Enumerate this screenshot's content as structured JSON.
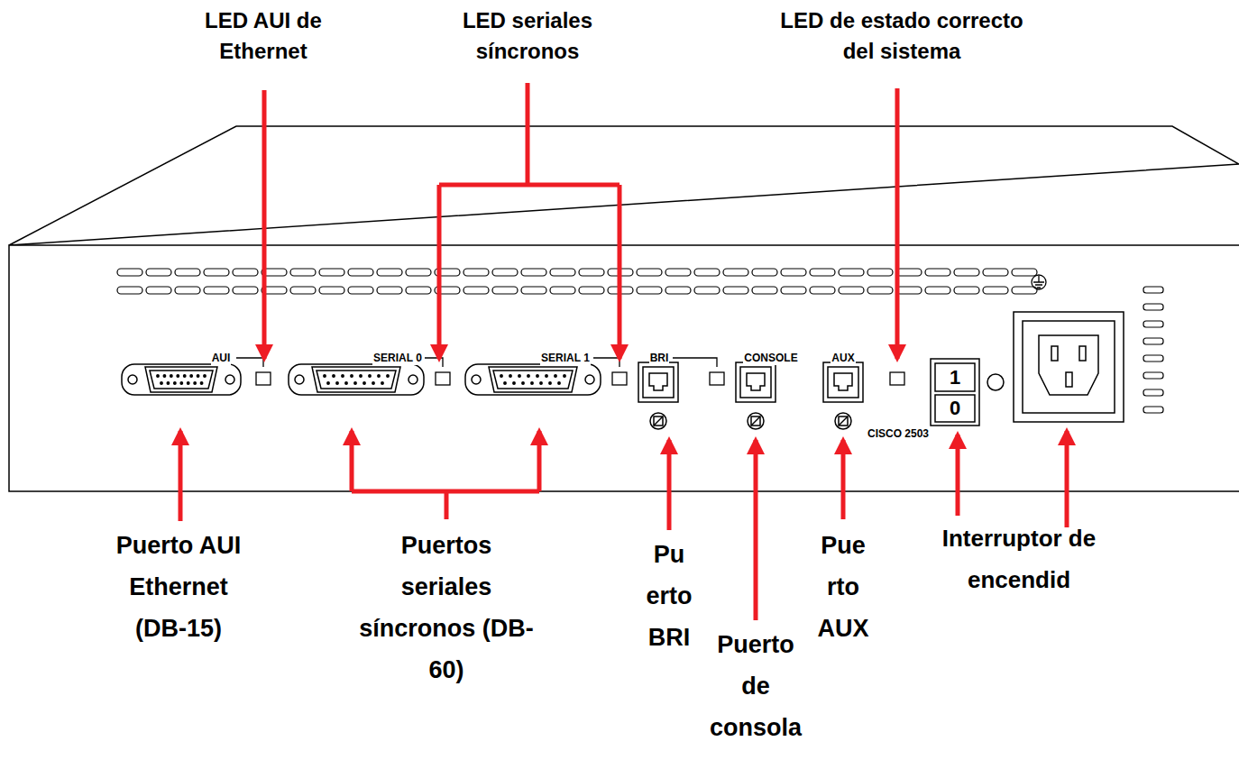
{
  "diagram": {
    "labels": [
      "LED AUI de Ethernet",
      "LED seriales síncronos",
      "LED de estado correcto del sistema",
      "AUI",
      "SERIAL 0",
      "SERIAL 1",
      "BRI",
      "CONSOLE",
      "AUX",
      "1",
      "0",
      "CISCO 2503",
      "Puerto AUI Ethernet (DB-15)",
      "Puertos seriales síncronos (DB-60)",
      "Pu erto BRI",
      "Puerto de consola",
      "Pue rto AUX",
      "Interruptor de encendid"
    ]
  }
}
